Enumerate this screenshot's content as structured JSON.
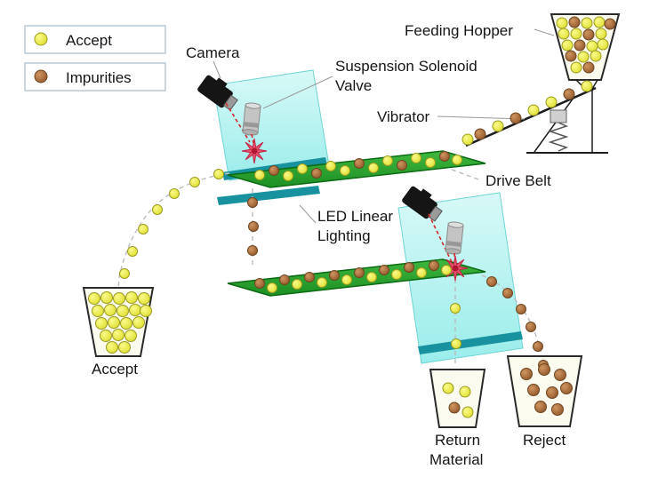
{
  "legend": {
    "items": [
      {
        "label": "Accept",
        "type": "accept"
      },
      {
        "label": "Impurities",
        "type": "impurity"
      }
    ]
  },
  "labels": {
    "camera": "Camera",
    "feeding_hopper": "Feeding Hopper",
    "suspension_line1": "Suspension Solenoid",
    "suspension_line2": "Valve",
    "vibrator": "Vibrator",
    "drive_belt": "Drive Belt",
    "led_line1": "LED Linear",
    "led_line2": "Lighting",
    "accept_bin": "Accept",
    "return_line1": "Return",
    "return_line2": "Material",
    "reject_bin": "Reject"
  },
  "colors": {
    "accept_ball": "#e9e93f",
    "impurity_ball": "#aa6f3c",
    "belt_green": "#2da32d",
    "led_panel_cyan": "#aef0ee",
    "led_bar_teal": "#17929e",
    "ejector_burst": "#ea5570",
    "beam_red": "#d42a2a"
  },
  "balls": {
    "hopper": [
      [
        632,
        26,
        "a"
      ],
      [
        646,
        25,
        "i"
      ],
      [
        660,
        26,
        "a"
      ],
      [
        674,
        25,
        "a"
      ],
      [
        686,
        27,
        "i"
      ],
      [
        634,
        38,
        "a"
      ],
      [
        648,
        38,
        "a"
      ],
      [
        662,
        39,
        "i"
      ],
      [
        676,
        38,
        "a"
      ],
      [
        638,
        51,
        "a"
      ],
      [
        652,
        51,
        "i"
      ],
      [
        666,
        52,
        "a"
      ],
      [
        678,
        50,
        "a"
      ],
      [
        642,
        63,
        "i"
      ],
      [
        656,
        64,
        "a"
      ],
      [
        670,
        63,
        "a"
      ],
      [
        648,
        76,
        "a"
      ],
      [
        662,
        76,
        "i"
      ]
    ],
    "chute": [
      [
        660,
        97,
        "a"
      ],
      [
        640,
        106,
        "i"
      ],
      [
        620,
        115,
        "a"
      ],
      [
        600,
        124,
        "a"
      ],
      [
        580,
        133,
        "i"
      ],
      [
        560,
        142,
        "a"
      ],
      [
        540,
        151,
        "i"
      ],
      [
        526,
        157,
        "a"
      ]
    ],
    "belt1": [
      [
        292,
        197,
        "a"
      ],
      [
        308,
        192,
        "i"
      ],
      [
        324,
        198,
        "a"
      ],
      [
        340,
        190,
        "a"
      ],
      [
        356,
        195,
        "i"
      ],
      [
        372,
        187,
        "a"
      ],
      [
        388,
        192,
        "a"
      ],
      [
        404,
        184,
        "i"
      ],
      [
        420,
        189,
        "a"
      ],
      [
        436,
        181,
        "a"
      ],
      [
        452,
        186,
        "i"
      ],
      [
        468,
        178,
        "a"
      ],
      [
        484,
        183,
        "a"
      ],
      [
        500,
        176,
        "i"
      ],
      [
        514,
        180,
        "a"
      ]
    ],
    "belt2": [
      [
        292,
        319,
        "i"
      ],
      [
        306,
        324,
        "a"
      ],
      [
        320,
        315,
        "i"
      ],
      [
        334,
        320,
        "a"
      ],
      [
        348,
        312,
        "i"
      ],
      [
        362,
        318,
        "a"
      ],
      [
        376,
        310,
        "i"
      ],
      [
        390,
        315,
        "a"
      ],
      [
        404,
        307,
        "i"
      ],
      [
        418,
        312,
        "a"
      ],
      [
        432,
        304,
        "i"
      ],
      [
        446,
        309,
        "a"
      ],
      [
        460,
        301,
        "i"
      ],
      [
        474,
        307,
        "a"
      ],
      [
        488,
        299,
        "i"
      ],
      [
        502,
        304,
        "a"
      ]
    ],
    "drop1": [
      [
        284,
        228,
        "i"
      ],
      [
        285,
        255,
        "i"
      ],
      [
        284,
        282,
        "i"
      ]
    ],
    "accept_arc": [
      [
        246,
        196,
        "a"
      ],
      [
        219,
        205,
        "a"
      ],
      [
        196,
        218,
        "a"
      ],
      [
        177,
        236,
        "a"
      ],
      [
        161,
        258,
        "a"
      ],
      [
        149,
        283,
        "a"
      ],
      [
        140,
        308,
        "a"
      ]
    ],
    "drop2": [
      [
        512,
        347,
        "a"
      ],
      [
        513,
        387,
        "a"
      ]
    ],
    "reject_arc": [
      [
        553,
        317,
        "i"
      ],
      [
        571,
        330,
        "i"
      ],
      [
        586,
        348,
        "i"
      ],
      [
        597,
        368,
        "i"
      ],
      [
        605,
        390,
        "i"
      ],
      [
        611,
        411,
        "i"
      ]
    ],
    "accept_bin": [
      [
        106,
        336,
        "a"
      ],
      [
        120,
        335,
        "a"
      ],
      [
        134,
        336,
        "a"
      ],
      [
        148,
        335,
        "a"
      ],
      [
        162,
        336,
        "a"
      ],
      [
        110,
        350,
        "a"
      ],
      [
        124,
        349,
        "a"
      ],
      [
        138,
        350,
        "a"
      ],
      [
        152,
        349,
        "a"
      ],
      [
        164,
        350,
        "a"
      ],
      [
        114,
        364,
        "a"
      ],
      [
        128,
        363,
        "a"
      ],
      [
        142,
        364,
        "a"
      ],
      [
        156,
        363,
        "a"
      ],
      [
        119,
        378,
        "a"
      ],
      [
        133,
        377,
        "a"
      ],
      [
        147,
        378,
        "a"
      ],
      [
        126,
        391,
        "a"
      ],
      [
        140,
        391,
        "a"
      ]
    ],
    "return_bin": [
      [
        504,
        437,
        "a"
      ],
      [
        523,
        441,
        "a"
      ],
      [
        511,
        459,
        "i"
      ],
      [
        526,
        464,
        "a"
      ]
    ],
    "reject_bin": [
      [
        592,
        421,
        "i"
      ],
      [
        612,
        416,
        "i"
      ],
      [
        630,
        422,
        "i"
      ],
      [
        600,
        439,
        "i"
      ],
      [
        621,
        442,
        "i"
      ],
      [
        637,
        437,
        "i"
      ],
      [
        608,
        458,
        "i"
      ],
      [
        627,
        461,
        "i"
      ]
    ]
  }
}
